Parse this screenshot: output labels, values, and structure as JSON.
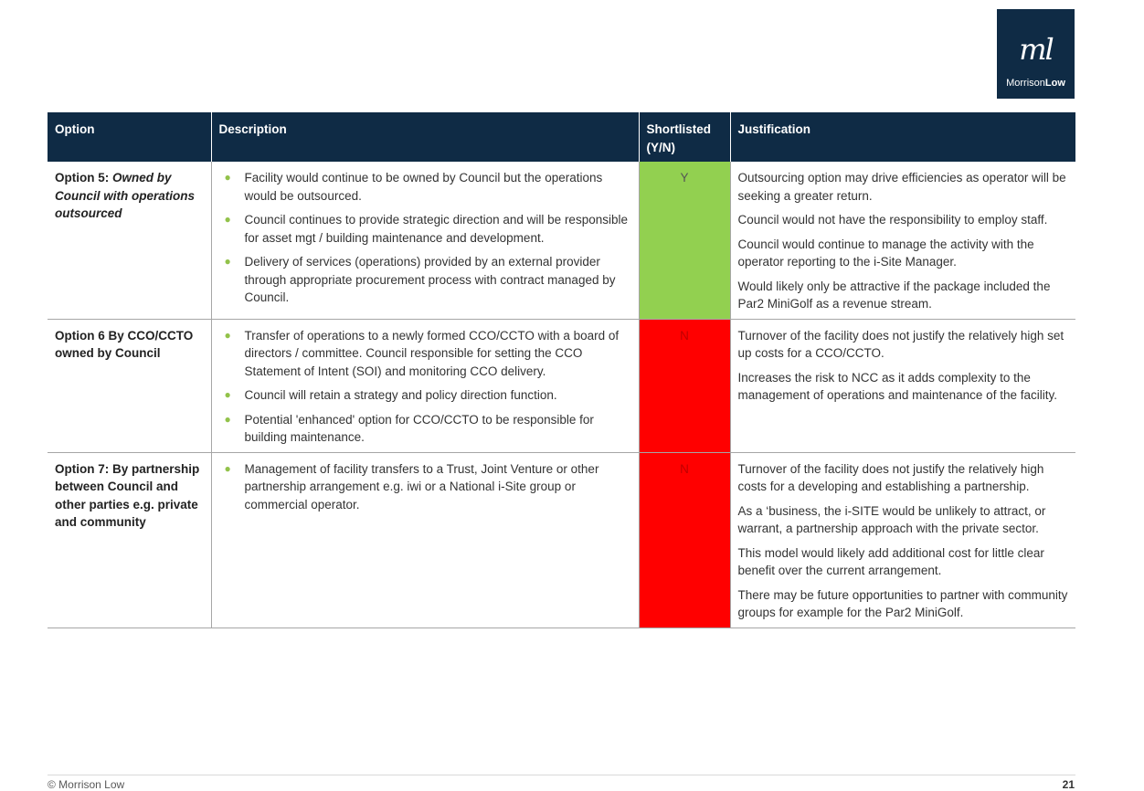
{
  "logo": {
    "mark": "ml",
    "brand_left": "Morrison",
    "brand_right": "Low"
  },
  "table": {
    "headers": {
      "option": "Option",
      "description": "Description",
      "shortlisted_line1": "Shortlisted",
      "shortlisted_line2": "(Y/N)",
      "justification": "Justification"
    },
    "rows": [
      {
        "option_prefix": "Option 5: ",
        "option_italic": "Owned by Council with operations outsourced",
        "bullets": [
          "Facility would continue to be owned by Council but the operations would be outsourced.",
          "Council continues to provide strategic direction and will be responsible for asset mgt / building maintenance and development.",
          "Delivery of services (operations) provided by an external provider through appropriate procurement process with contract managed by Council."
        ],
        "shortlisted": "Y",
        "flag_color": "#92d050",
        "justification": [
          "Outsourcing option may drive efficiencies as operator will be seeking a greater return.",
          "Council would not have the responsibility to employ staff.",
          "Council would continue to manage the activity with the operator reporting to the i-Site Manager.",
          "Would likely only be attractive if the package included the Par2 MiniGolf as a revenue stream."
        ]
      },
      {
        "option_text": "Option 6 By CCO/CCTO owned by Council",
        "bullets": [
          "Transfer of operations to a newly formed CCO/CCTO with a board of directors / committee. Council responsible for setting the CCO Statement of Intent (SOI) and monitoring CCO delivery.",
          "Council will retain a strategy and policy direction function.",
          "Potential 'enhanced' option for CCO/CCTO to be responsible for building maintenance."
        ],
        "shortlisted": "N",
        "flag_color": "#ff0000",
        "justification": [
          "Turnover of the facility does not justify the relatively high set up costs for a CCO/CCTO.",
          "Increases the risk to NCC as it adds complexity to the management of operations and maintenance of the facility."
        ]
      },
      {
        "option_text": "Option 7: By partnership between Council and other parties e.g. private and community",
        "bullets": [
          "Management of facility transfers to a Trust, Joint Venture or other partnership arrangement e.g. iwi or a National i-Site group or commercial operator."
        ],
        "shortlisted": "N",
        "flag_color": "#ff0000",
        "justification": [
          "Turnover of the facility does not justify the relatively high costs for a developing and establishing a partnership.",
          "As a ‘business, the i-SITE would be unlikely to attract, or warrant, a partnership approach with the private sector.",
          "This model would likely add additional cost for little clear benefit over the current arrangement.",
          "There may be future opportunities to partner with community groups for example for the Par2 MiniGolf."
        ]
      }
    ]
  },
  "footer": {
    "copyright": "© Morrison Low",
    "page_number": "21"
  }
}
